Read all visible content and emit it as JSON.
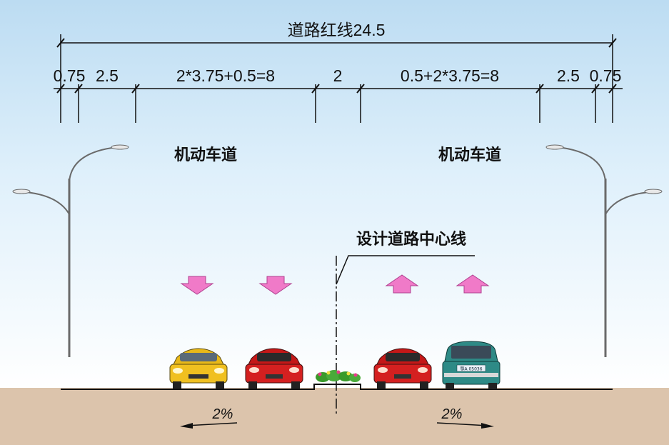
{
  "diagram": {
    "title_dimension": "道路红线24.5",
    "segment_labels": [
      "0.75",
      "2.5",
      "2*3.75+0.5=8",
      "2",
      "0.5+2*3.75=8",
      "2.5",
      "0.75"
    ],
    "lane_labels": {
      "left": "机动车道",
      "right": "机动车道"
    },
    "centerline_label": "设计道路中心线",
    "grade_left": "2%",
    "grade_right": "2%",
    "vehicle_plates": {
      "suv": "鄂A 05036"
    },
    "arrows": {
      "left": "down",
      "right": "up"
    },
    "colors": {
      "sky_top": "#bcdcf2",
      "sky_bottom": "#ffffff",
      "ground": "#dcc4ac",
      "arrow": "#f07ac8",
      "car_yellow": "#f0c020",
      "car_red": "#d42020",
      "suv": "#2e8a86"
    }
  }
}
